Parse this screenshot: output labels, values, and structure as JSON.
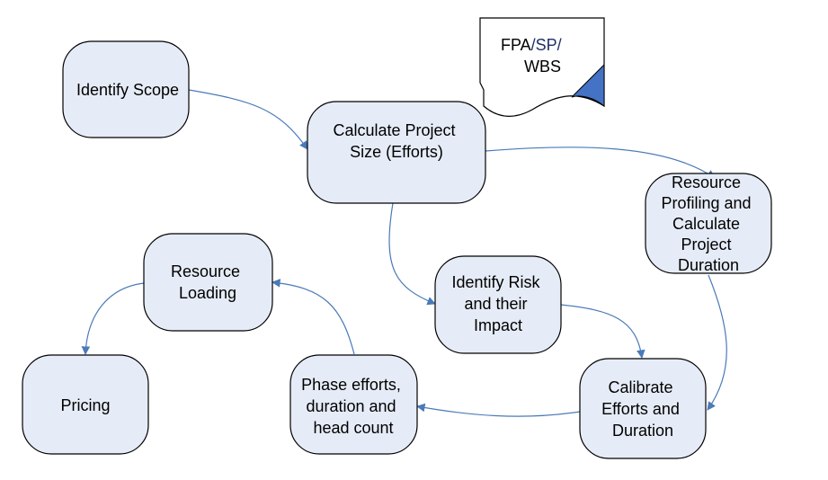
{
  "colors": {
    "node_fill": "#e6ecf7",
    "node_stroke": "#000000",
    "connector": "#4a7ab8",
    "doc_corner": "#4472c4"
  },
  "document": {
    "line1_prefix": "FPA",
    "line1_suffix": "/SP/",
    "line2": "WBS"
  },
  "nodes": {
    "identify_scope": {
      "lines": [
        "Identify Scope"
      ]
    },
    "calculate_size": {
      "lines": [
        "Calculate Project",
        "Size (Efforts)"
      ]
    },
    "resource_profiling": {
      "lines": [
        "Resource",
        "Profiling and",
        "Calculate",
        "Project",
        "Duration"
      ]
    },
    "identify_risk": {
      "lines": [
        "Identify Risk",
        "and their",
        "Impact"
      ]
    },
    "resource_loading": {
      "lines": [
        "Resource",
        "Loading"
      ]
    },
    "pricing": {
      "lines": [
        "Pricing"
      ]
    },
    "phase_efforts": {
      "lines": [
        "Phase efforts,",
        "duration and",
        "head count"
      ]
    },
    "calibrate": {
      "lines": [
        "Calibrate",
        "Efforts and",
        "Duration"
      ]
    }
  }
}
